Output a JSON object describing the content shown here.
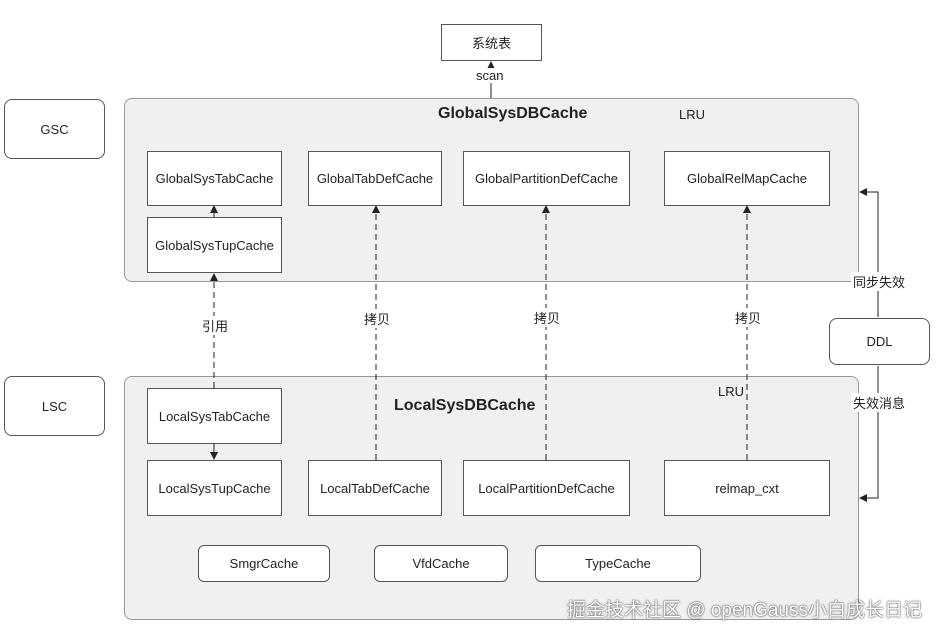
{
  "system_table": "系统表",
  "scan_label": "scan",
  "gsc": {
    "label": "GSC"
  },
  "lsc": {
    "label": "LSC"
  },
  "ddl": {
    "label": "DDL"
  },
  "global": {
    "title": "GlobalSysDBCache",
    "lru": "LRU",
    "boxes": [
      "GlobalSysTabCache",
      "GlobalSysTupCache",
      "GlobalTabDefCache",
      "GlobalPartitionDefCache",
      "GlobalRelMapCache"
    ]
  },
  "local": {
    "title": "LocalSysDBCache",
    "lru": "LRU",
    "boxes": [
      "LocalSysTabCache",
      "LocalSysTupCache",
      "LocalTabDefCache",
      "LocalPartitionDefCache",
      "relmap_cxt"
    ],
    "small_boxes": [
      "SmgrCache",
      "VfdCache",
      "TypeCache"
    ]
  },
  "edges": {
    "reference": "引用",
    "copy": "拷贝",
    "sync_invalidate": "同步失效",
    "invalidate_message": "失效消息"
  },
  "watermark": "掘金技术社区 @ openGauss小白成长日记"
}
